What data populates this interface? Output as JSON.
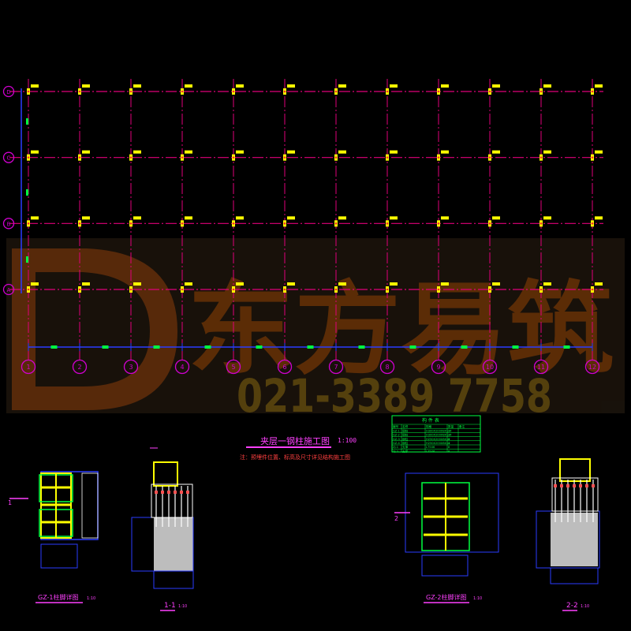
{
  "canvas": {
    "background": "#000000"
  },
  "colors": {
    "axis_line": "#e0007a",
    "dim_line": "#2a3cff",
    "column_mark": "#ffff00",
    "bolt_mark": "#ff2a2a",
    "bubble": "#d000d0",
    "detail_outline": "#2a3cff",
    "plate": "#ffff00",
    "rebar": "#00ff40",
    "concrete": "#cfcfcf",
    "table": "#00ff40",
    "watermark": "#e06a10",
    "watermark_phone": "#d4a020"
  },
  "grid": {
    "column_labels": [
      "1",
      "2",
      "3",
      "4",
      "5",
      "6",
      "7",
      "8",
      "9",
      "10",
      "11",
      "12"
    ],
    "row_labels": [
      "D",
      "C",
      "B",
      "A"
    ]
  },
  "plan": {
    "title": "夹层一钢柱施工图",
    "scale": "1:100",
    "note": "注：预埋件位置、标高及尺寸详见结构施工图"
  },
  "table": {
    "title": "构 件 表",
    "headers": [
      "编号",
      "名称",
      "规格",
      "数量",
      "备注"
    ],
    "rows": [
      [
        "GZ-1",
        "钢柱",
        "H300X200X8X12",
        "24",
        ""
      ],
      [
        "GZ-2",
        "钢柱",
        "H300X200X8X12",
        "24",
        ""
      ],
      [
        "GZ-3",
        "钢柱",
        "H250X200X8X12",
        "8",
        ""
      ],
      [
        "GZ-4",
        "钢柱",
        "H250X200X8X12",
        "4",
        ""
      ],
      [
        "ZJ-1",
        "支撑",
        "L75X6",
        "8",
        ""
      ],
      [
        "ZJ-2",
        "支撑",
        "L75X6",
        "8",
        ""
      ]
    ]
  },
  "details": {
    "plan1_title": "GZ-1柱脚详图",
    "plan1_scale": "1:10",
    "section1_title": "1-1",
    "section1_scale": "1:10",
    "plan2_title": "GZ-2柱脚详图",
    "plan2_scale": "1:10",
    "section2_title": "2-2",
    "section2_scale": "1:10",
    "cut_marker_1": "1",
    "cut_marker_2": "2"
  },
  "watermark": {
    "brand": "东方易筑",
    "phone": "021-3389 7758"
  }
}
